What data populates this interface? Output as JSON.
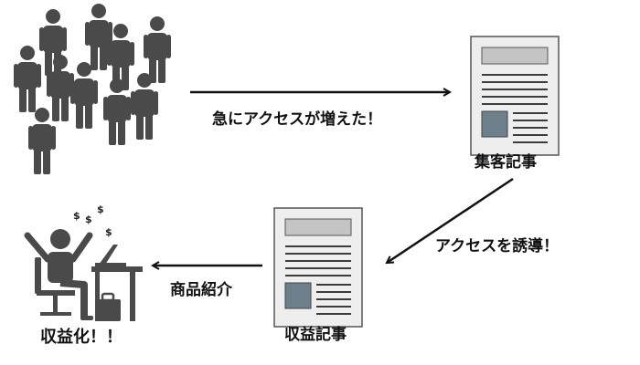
{
  "labels": {
    "access_increase": "急にアクセスが増えた！",
    "collect_article": "集客記事",
    "guide_access": "アクセスを誘導！",
    "product_intro": "商品紹介",
    "revenue_article": "収益記事",
    "monetize": "収益化！！"
  },
  "icons": {
    "crowd": "crowd-icon",
    "article": "article-icon",
    "worker": "happy-worker-icon",
    "money": "dollar-sign-icon"
  },
  "colors": {
    "figure": "#4a4a4a",
    "arrow": "#111111",
    "doc_bg": "#eeeeee",
    "doc_block": "#c4c4c4",
    "doc_image": "#6e7f8c"
  },
  "money_symbol": "$"
}
